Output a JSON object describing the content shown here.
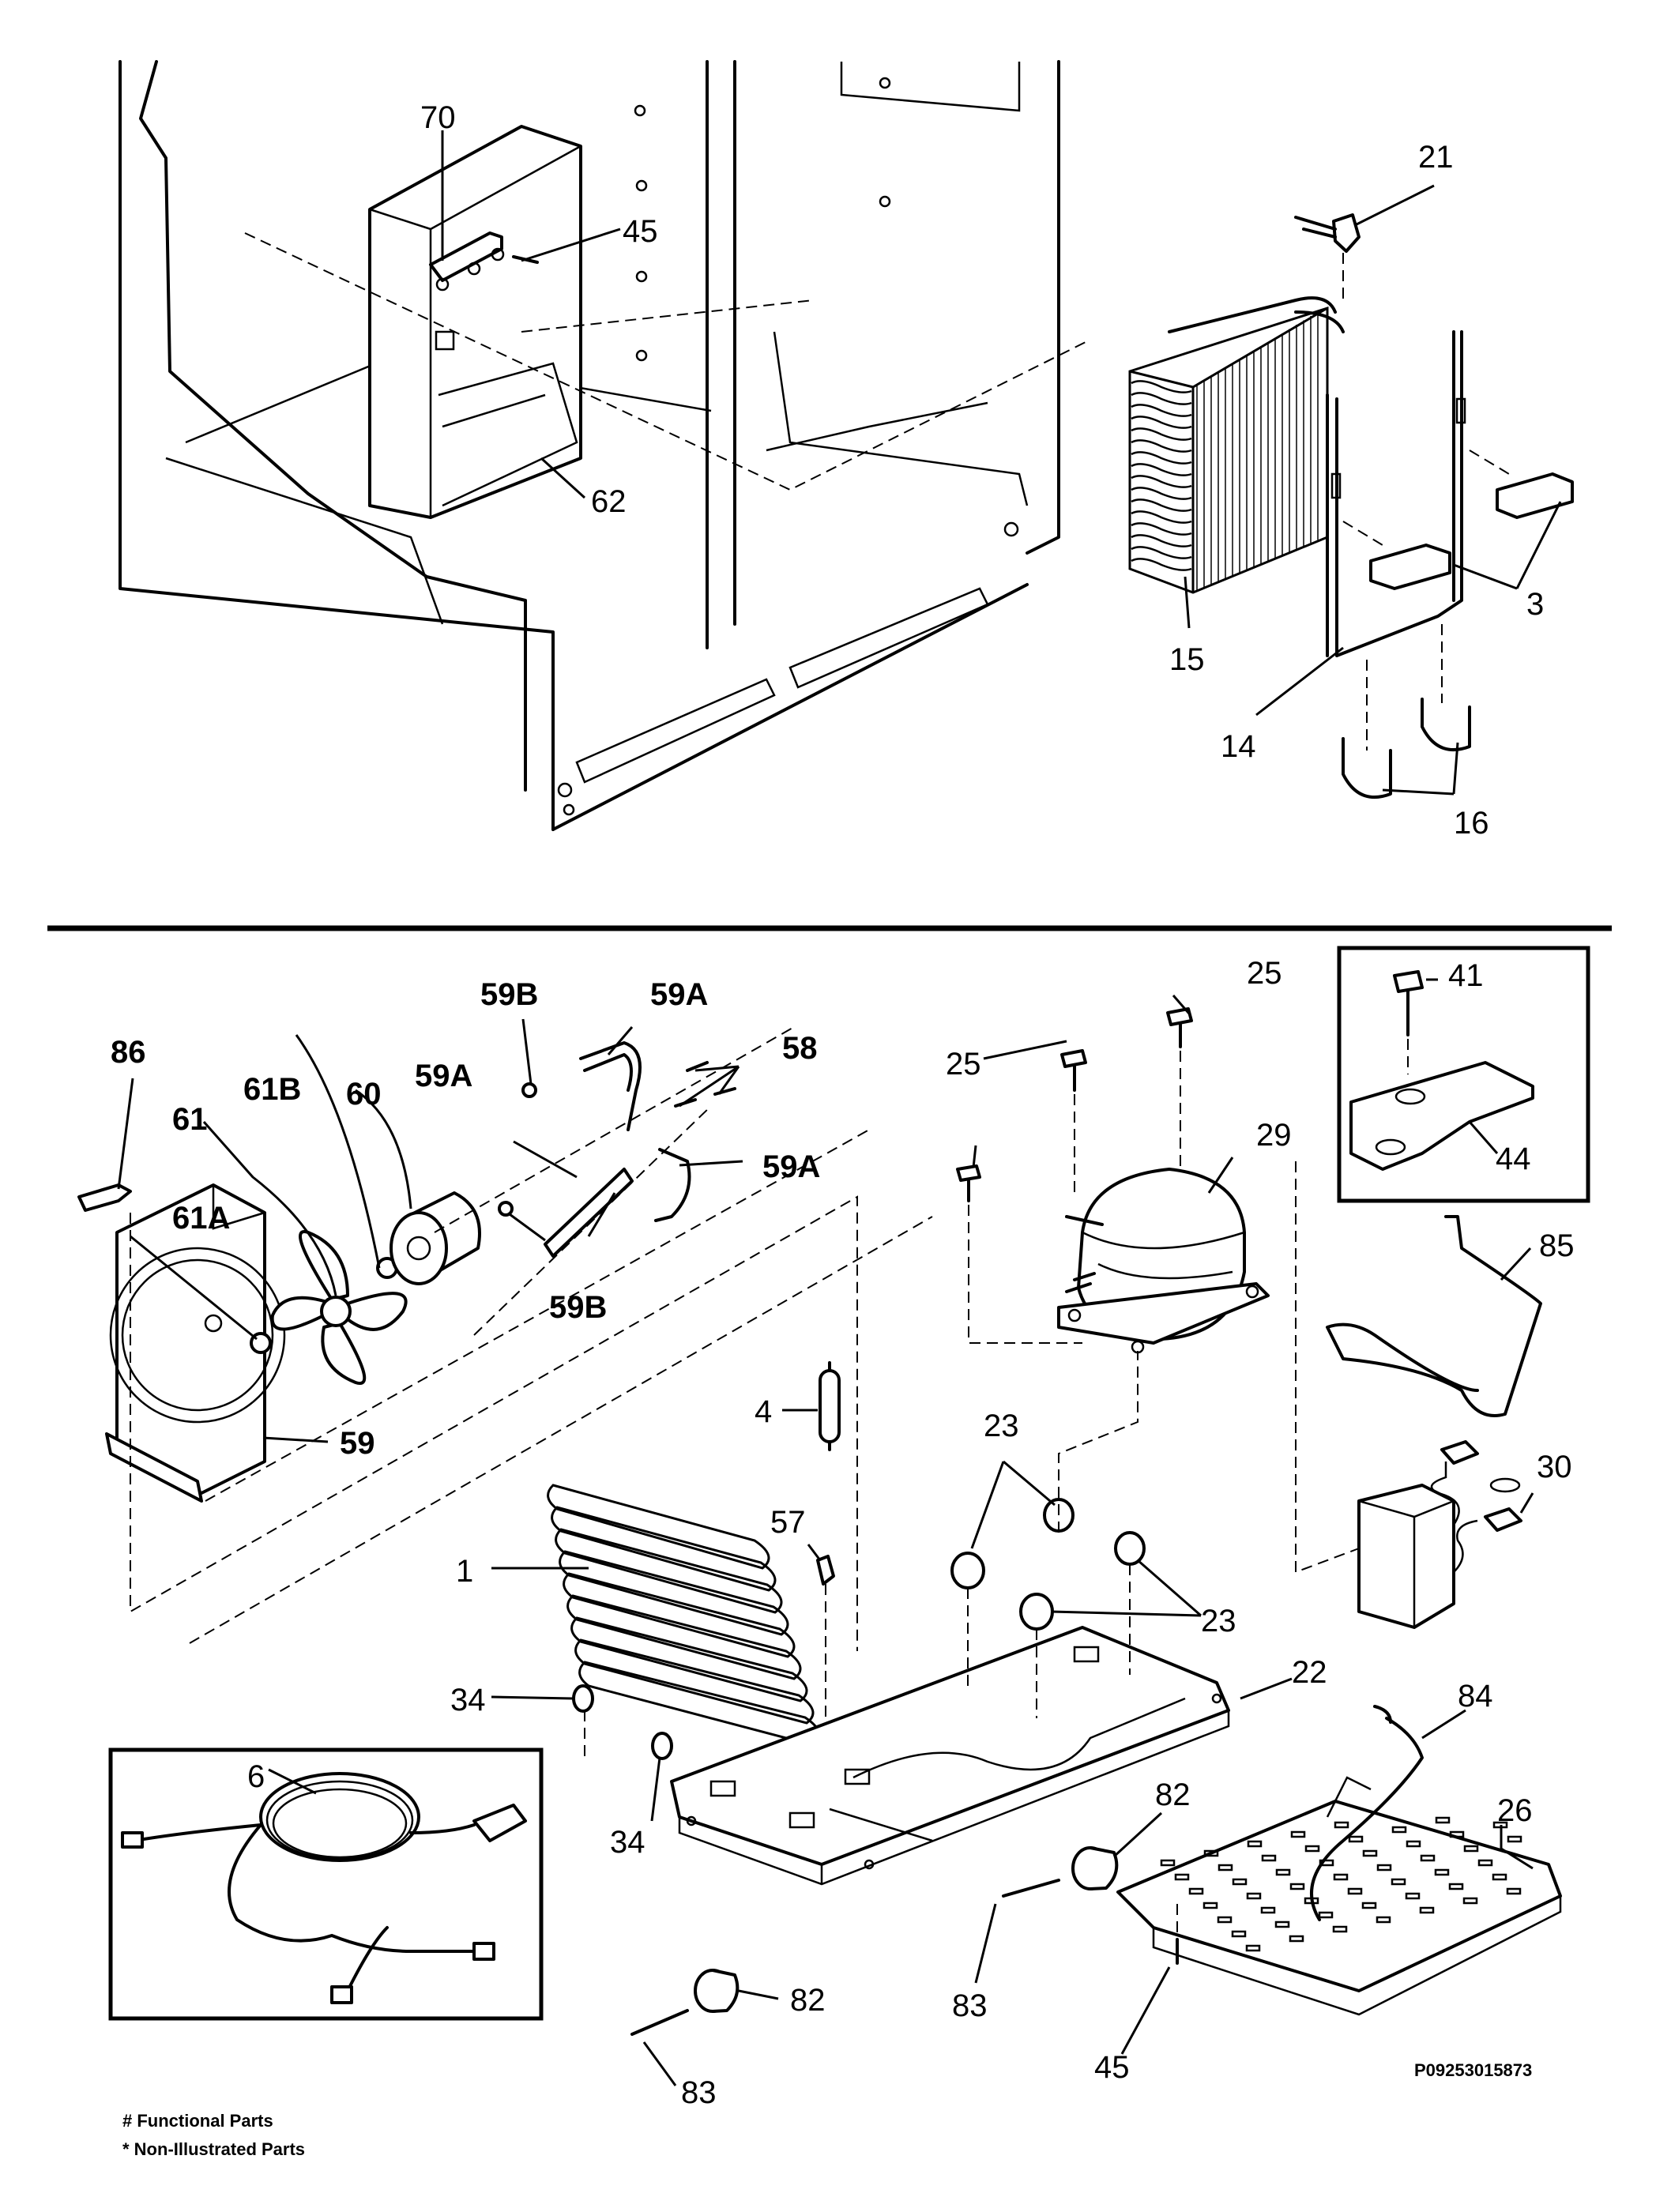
{
  "labels_top": [
    {
      "id": "70",
      "text": "70",
      "bold": false
    },
    {
      "id": "45a",
      "text": "45",
      "bold": false
    },
    {
      "id": "62",
      "text": "62",
      "bold": false
    },
    {
      "id": "21",
      "text": "21",
      "bold": false
    },
    {
      "id": "3",
      "text": "3",
      "bold": false
    },
    {
      "id": "15",
      "text": "15",
      "bold": false
    },
    {
      "id": "14",
      "text": "14",
      "bold": false
    },
    {
      "id": "16",
      "text": "16",
      "bold": false
    }
  ],
  "labels_bottom": [
    {
      "id": "59B-a",
      "text": "59B",
      "bold": true
    },
    {
      "id": "59A-a",
      "text": "59A",
      "bold": true
    },
    {
      "id": "58",
      "text": "58",
      "bold": true
    },
    {
      "id": "86",
      "text": "86",
      "bold": true
    },
    {
      "id": "61B",
      "text": "61B",
      "bold": true
    },
    {
      "id": "60",
      "text": "60",
      "bold": true
    },
    {
      "id": "59A-b",
      "text": "59A",
      "bold": true
    },
    {
      "id": "61",
      "text": "61",
      "bold": true
    },
    {
      "id": "59A-c",
      "text": "59A",
      "bold": true
    },
    {
      "id": "61A",
      "text": "61A",
      "bold": true
    },
    {
      "id": "59B-b",
      "text": "59B",
      "bold": true
    },
    {
      "id": "59",
      "text": "59",
      "bold": true
    },
    {
      "id": "25a",
      "text": "25",
      "bold": false
    },
    {
      "id": "25b",
      "text": "25",
      "bold": false
    },
    {
      "id": "29",
      "text": "29",
      "bold": false
    },
    {
      "id": "41",
      "text": "41",
      "bold": false
    },
    {
      "id": "44",
      "text": "44",
      "bold": false
    },
    {
      "id": "85",
      "text": "85",
      "bold": false
    },
    {
      "id": "4",
      "text": "4",
      "bold": false
    },
    {
      "id": "23a",
      "text": "23",
      "bold": false
    },
    {
      "id": "23b",
      "text": "23",
      "bold": false
    },
    {
      "id": "30",
      "text": "30",
      "bold": false
    },
    {
      "id": "57",
      "text": "57",
      "bold": false
    },
    {
      "id": "1",
      "text": "1",
      "bold": false
    },
    {
      "id": "22",
      "text": "22",
      "bold": false
    },
    {
      "id": "34a",
      "text": "34",
      "bold": false
    },
    {
      "id": "34b",
      "text": "34",
      "bold": false
    },
    {
      "id": "84",
      "text": "84",
      "bold": false
    },
    {
      "id": "6",
      "text": "6",
      "bold": false
    },
    {
      "id": "82a",
      "text": "82",
      "bold": false
    },
    {
      "id": "26",
      "text": "26",
      "bold": false
    },
    {
      "id": "82b",
      "text": "82",
      "bold": false
    },
    {
      "id": "83a",
      "text": "83",
      "bold": false
    },
    {
      "id": "83b",
      "text": "83",
      "bold": false
    },
    {
      "id": "45b",
      "text": "45",
      "bold": false
    }
  ],
  "footer": {
    "functional_parts": "#  Functional Parts",
    "non_illustrated_parts": "*   Non-Illustrated Parts",
    "diagram_id": "P09253015873"
  }
}
